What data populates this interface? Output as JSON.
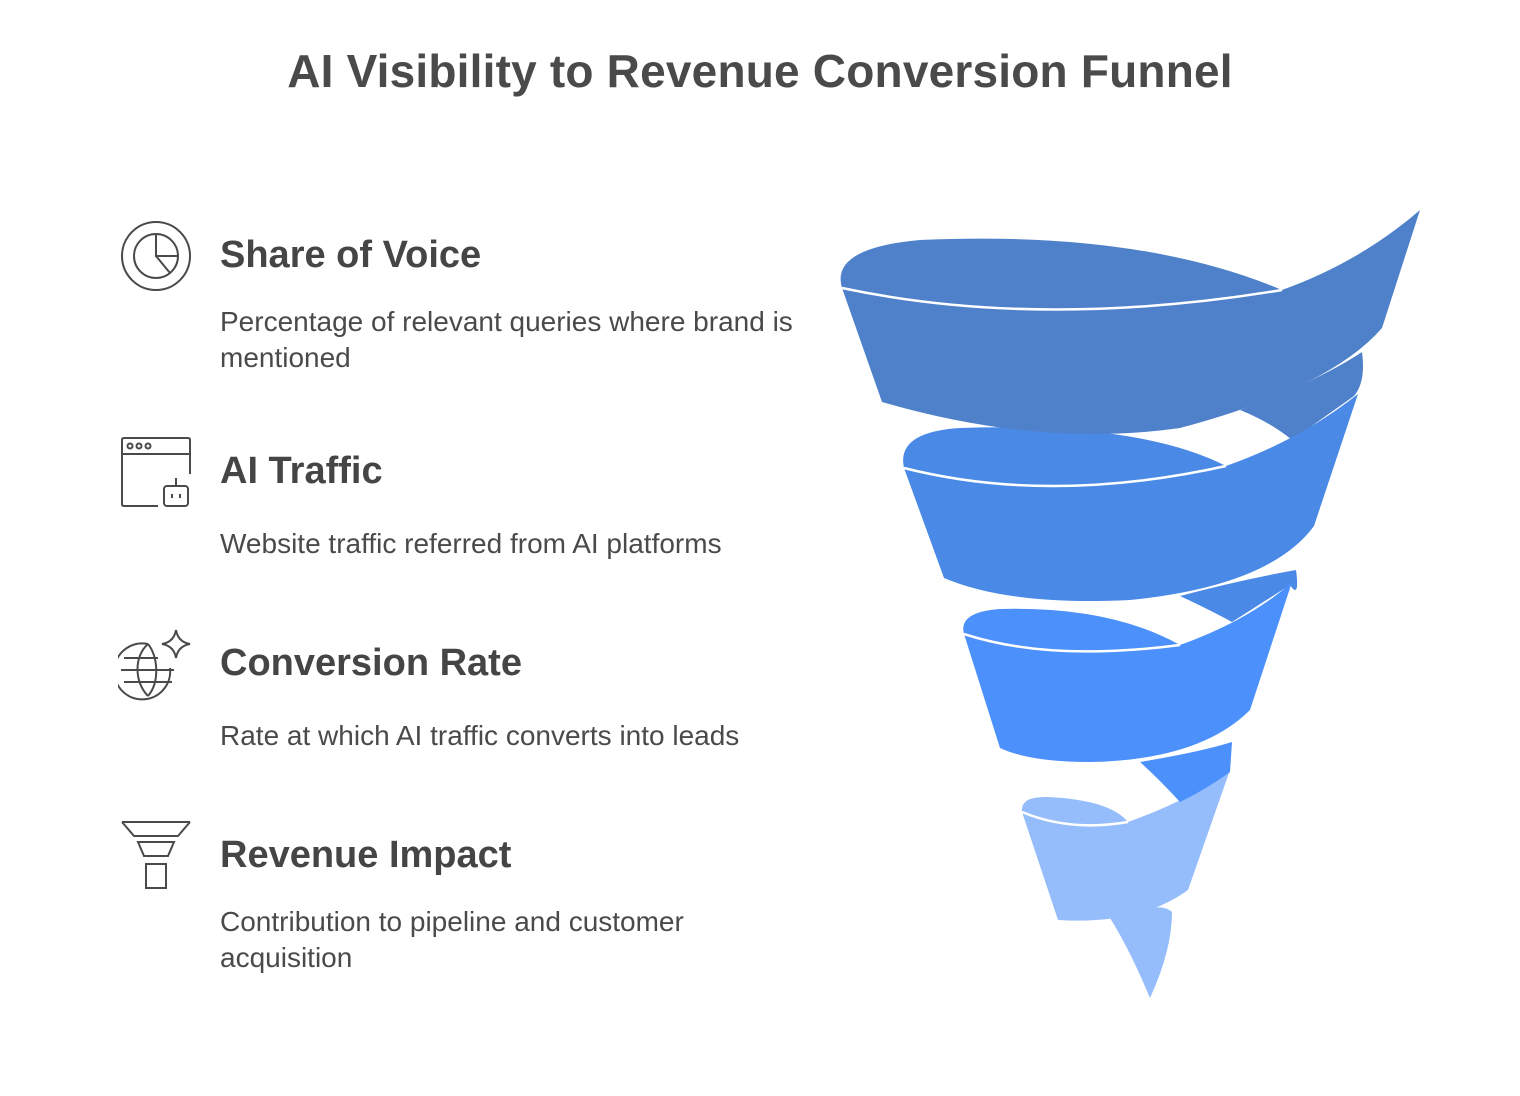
{
  "title": "AI Visibility to Revenue Conversion Funnel",
  "stages": [
    {
      "heading": "Share of Voice",
      "description": "Percentage of relevant queries where brand is mentioned",
      "icon": "pie-chart-icon"
    },
    {
      "heading": "AI Traffic",
      "description": "Website traffic referred from AI platforms",
      "icon": "browser-robot-icon"
    },
    {
      "heading": "Conversion Rate",
      "description": "Rate at which AI traffic converts into leads",
      "icon": "globe-sparkle-icon"
    },
    {
      "heading": "Revenue Impact",
      "description": "Contribution to pipeline and customer acquisition",
      "icon": "funnel-icon"
    }
  ],
  "colors": {
    "tier1": "#4f81cb",
    "tier2": "#4a8ae6",
    "tier3": "#4b90fb",
    "tier4": "#95bcfb",
    "icon_stroke": "#4a4a4a"
  }
}
